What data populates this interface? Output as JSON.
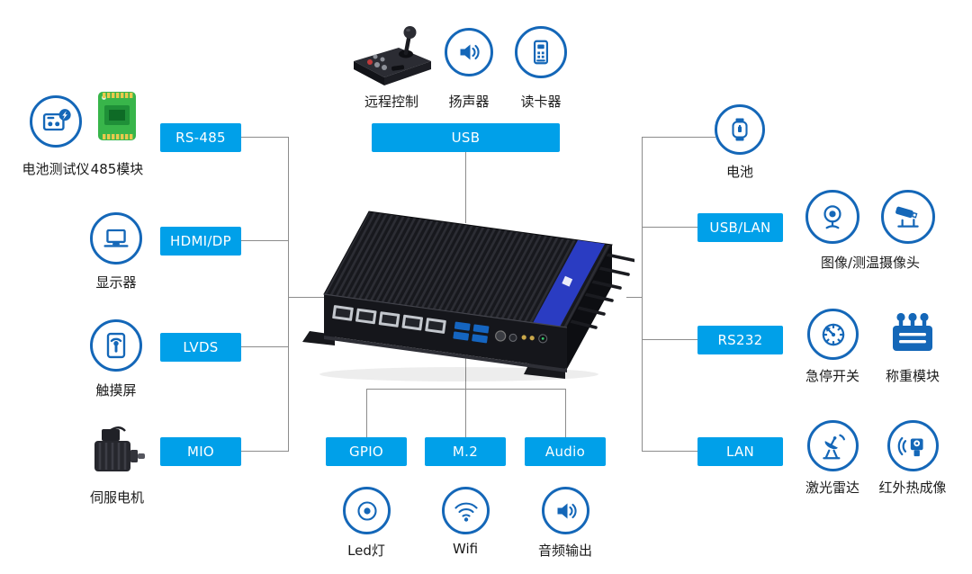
{
  "colors": {
    "accent": "#00a0e9",
    "icon": "#1467b8",
    "line": "#8c8c8c",
    "text": "#1a1a1a",
    "device_stripe": "#2a3cc2"
  },
  "top": {
    "bus": "USB",
    "devices": [
      {
        "label": "远程控制",
        "icon": "joystick-console"
      },
      {
        "label": "扬声器",
        "icon": "speaker"
      },
      {
        "label": "读卡器",
        "icon": "card-reader"
      }
    ]
  },
  "left": {
    "ports": [
      {
        "label": "RS-485"
      },
      {
        "label": "HDMI/DP"
      },
      {
        "label": "LVDS"
      },
      {
        "label": "MIO"
      }
    ],
    "devices": [
      {
        "label": "电池测试仪",
        "icon": "battery-tester"
      },
      {
        "label": "485模块",
        "icon": "module-485"
      },
      {
        "label": "显示器",
        "icon": "laptop"
      },
      {
        "label": "触摸屏",
        "icon": "touch-screen"
      },
      {
        "label": "伺服电机",
        "icon": "servo-motor"
      }
    ]
  },
  "bottom": {
    "ports": [
      {
        "label": "GPIO"
      },
      {
        "label": "M.2"
      },
      {
        "label": "Audio"
      }
    ],
    "devices": [
      {
        "label": "Led灯",
        "icon": "led-light"
      },
      {
        "label": "Wifi",
        "icon": "wifi"
      },
      {
        "label": "音频输出",
        "icon": "speaker-output"
      }
    ]
  },
  "right": {
    "ports": [
      {
        "label": "USB/LAN"
      },
      {
        "label": "RS232"
      },
      {
        "label": "LAN"
      }
    ],
    "devices": [
      {
        "label": "电池",
        "icon": "smart-watch"
      },
      {
        "label": "图像/测温摄像头",
        "icons": [
          "webcam",
          "cctv-camera"
        ]
      },
      {
        "label": "急停开关",
        "icon": "emergency-stop-gauge"
      },
      {
        "label": "称重模块",
        "icon": "weighing-module"
      },
      {
        "label": "激光雷达",
        "icon": "lidar-radar"
      },
      {
        "label": "红外热成像",
        "icon": "thermal-camera"
      }
    ]
  }
}
